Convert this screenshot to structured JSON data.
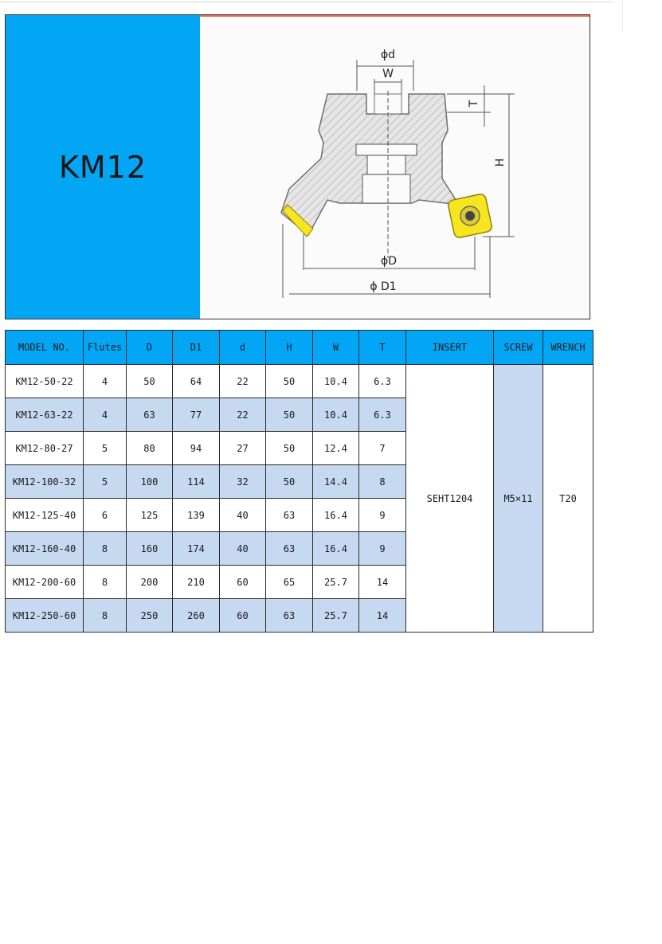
{
  "banner": {
    "title": "KM12",
    "colors": {
      "accent": "#03a6f4",
      "insert": "#f7e51f",
      "stripe": "#ec6a4c"
    }
  },
  "diagram": {
    "labels": {
      "phi_d": "ϕd",
      "w": "W",
      "t": "T",
      "h": "H",
      "phi_D": "ϕD",
      "phi_D1": "ϕ D1"
    }
  },
  "table": {
    "headers": [
      "MODEL NO.",
      "Flutes",
      "D",
      "D1",
      "d",
      "H",
      "W",
      "T",
      "INSERT",
      "SCREW",
      "WRENCH"
    ],
    "rows": [
      [
        "KM12-50-22",
        "4",
        "50",
        "64",
        "22",
        "50",
        "10.4",
        "6.3"
      ],
      [
        "KM12-63-22",
        "4",
        "63",
        "77",
        "22",
        "50",
        "10.4",
        "6.3"
      ],
      [
        "KM12-80-27",
        "5",
        "80",
        "94",
        "27",
        "50",
        "12.4",
        "7"
      ],
      [
        "KM12-100-32",
        "5",
        "100",
        "114",
        "32",
        "50",
        "14.4",
        "8"
      ],
      [
        "KM12-125-40",
        "6",
        "125",
        "139",
        "40",
        "63",
        "16.4",
        "9"
      ],
      [
        "KM12-160-40",
        "8",
        "160",
        "174",
        "40",
        "63",
        "16.4",
        "9"
      ],
      [
        "KM12-200-60",
        "8",
        "200",
        "210",
        "60",
        "65",
        "25.7",
        "14"
      ],
      [
        "KM12-250-60",
        "8",
        "250",
        "260",
        "60",
        "63",
        "25.7",
        "14"
      ]
    ],
    "insert": "SEHT1204",
    "screw": "M5×11",
    "wrench": "T20"
  }
}
